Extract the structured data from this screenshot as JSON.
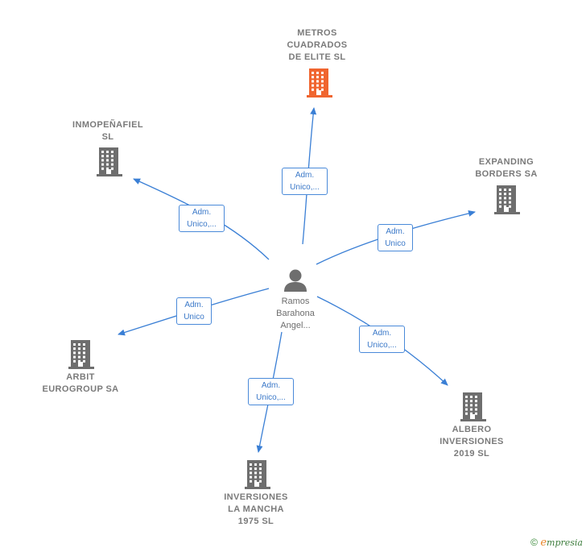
{
  "center": {
    "name": "Ramos\nBarahona\nAngel..."
  },
  "companies": [
    {
      "id": "metros",
      "name": "METROS\nCUADRADOS\nDE ELITE  SL",
      "color": "#f0652f"
    },
    {
      "id": "inmo",
      "name": "INMOPEÑAFIEL\nSL",
      "color": "#6e6e6e"
    },
    {
      "id": "expanding",
      "name": "EXPANDING\nBORDERS SA",
      "color": "#6e6e6e"
    },
    {
      "id": "arbit",
      "name": "ARBIT\nEUROGROUP SA",
      "color": "#6e6e6e"
    },
    {
      "id": "albero",
      "name": "ALBERO\nINVERSIONES\n2019  SL",
      "color": "#6e6e6e"
    },
    {
      "id": "mancha",
      "name": "INVERSIONES\nLA MANCHA\n1975  SL",
      "color": "#6e6e6e"
    }
  ],
  "edges": [
    {
      "to": "metros",
      "label": "Adm.\nUnico,..."
    },
    {
      "to": "inmo",
      "label": "Adm.\nUnico,..."
    },
    {
      "to": "expanding",
      "label": "Adm.\nUnico"
    },
    {
      "to": "arbit",
      "label": "Adm.\nUnico"
    },
    {
      "to": "albero",
      "label": "Adm.\nUnico,..."
    },
    {
      "to": "mancha",
      "label": "Adm.\nUnico,..."
    }
  ],
  "footer": {
    "copyright": "©",
    "brand_first": "e",
    "brand_rest": "mpresia"
  },
  "colors": {
    "edge": "#3a7fd5",
    "label_border": "#4a8ad9",
    "label_text": "#3a78c8",
    "person": "#6e6e6e"
  }
}
